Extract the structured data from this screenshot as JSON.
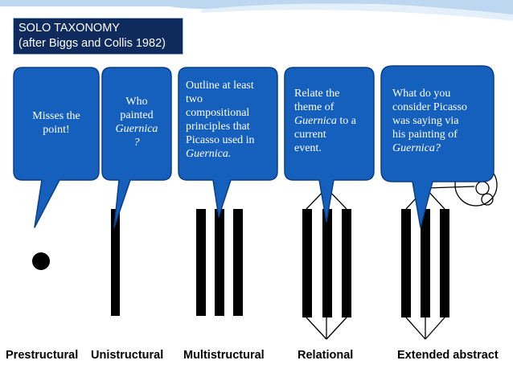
{
  "title": {
    "line1": "SOLO TAXONOMY",
    "line2": "(after Biggs and Collis 1982)"
  },
  "colors": {
    "bubble_fill": "#1560bd",
    "bubble_stroke": "#0b3f86",
    "title_bg": "#0f2a5c",
    "bar": "#000000",
    "header_wave": "#bcd7ef"
  },
  "bubbles": {
    "prestructural": {
      "lines": [
        "Misses the",
        "point!"
      ]
    },
    "unistructural": {
      "l1": "Who",
      "l2": "painted",
      "l3": "Guernica",
      "l4": "?"
    },
    "multistructural": {
      "l1": "Outline at least",
      "l2": "two",
      "l3": "compositional",
      "l4": "principles that",
      "l5": "Picasso used in",
      "l6": "Guernica."
    },
    "relational": {
      "l1": "Relate the",
      "l2": "theme of",
      "l3_em": "Guernica",
      "l3_rest": " to a",
      "l4": "current",
      "l5": "event."
    },
    "extended": {
      "l1": "What do you",
      "l2": "consider Picasso",
      "l3": "was saying via",
      "l4": "his painting of",
      "l5": "Guernica?"
    }
  },
  "levels": {
    "prestructural": {
      "label": "Prestructural",
      "bars": 0
    },
    "unistructural": {
      "label": "Unistructural",
      "bars": 1
    },
    "multistructural": {
      "label": "Multistructural",
      "bars": 3
    },
    "relational": {
      "label": "Relational",
      "bars": 3
    },
    "extended": {
      "label": "Extended abstract",
      "bars": 3
    }
  }
}
